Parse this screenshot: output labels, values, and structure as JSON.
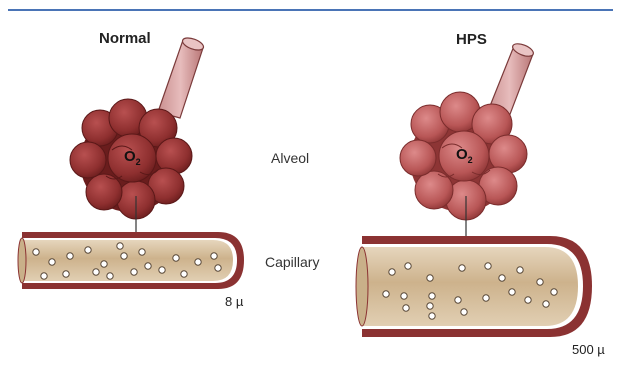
{
  "panels": [
    {
      "heading": "Normal",
      "molecule": "O",
      "molecule_sub": "2",
      "scale": "8 µ"
    },
    {
      "heading": "HPS",
      "molecule": "O",
      "molecule_sub": "2",
      "scale": "500 µ"
    }
  ],
  "labels": {
    "alveol": "Alveol",
    "capillary": "Capillary"
  },
  "colors": {
    "rule": "#4a74b6",
    "alveolus_normal": "#9c3b3b",
    "alveolus_hps": "#c25f5f",
    "bronchus": "#d9a3a3",
    "vessel_wall": "#8b3232",
    "blood_plasma": "#d8c2a2"
  }
}
